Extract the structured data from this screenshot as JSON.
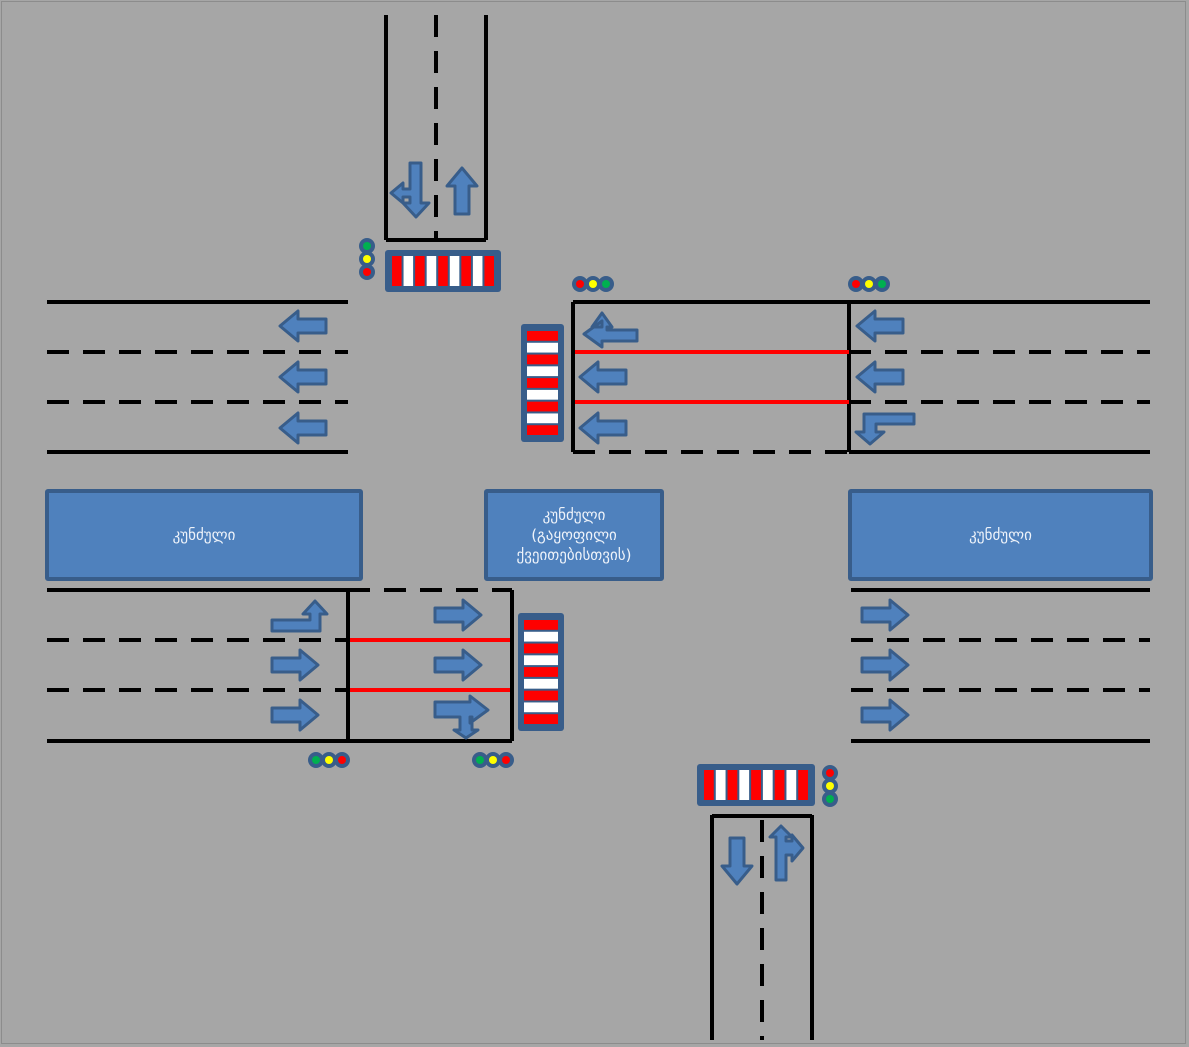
{
  "diagram": {
    "title": "Signalized four-way intersection lane layout",
    "colors": {
      "background": "#a6a6a6",
      "road_line": "#000000",
      "stop_line_red": "#ff0000",
      "arrow_fill": "#4f81bd",
      "arrow_stroke": "#385d8a",
      "island_fill": "#4f81bd",
      "island_border": "#385d8a",
      "crosswalk_red": "#ff0000",
      "crosswalk_white": "#ffffff",
      "signal_housing": "#385d8a",
      "signal_red": "#ff0000",
      "signal_yellow": "#ffff00",
      "signal_green": "#00b050"
    },
    "islands": [
      {
        "id": "west",
        "label": "კუნძული"
      },
      {
        "id": "center",
        "label": "კუნძული (გაყოფილი ქვეითებისთვის)"
      },
      {
        "id": "east",
        "label": "კუნძული"
      }
    ],
    "approaches": {
      "north": {
        "lanes": 2,
        "arrows": [
          "down-left",
          "up"
        ]
      },
      "south": {
        "lanes": 2,
        "arrows": [
          "down",
          "up-right"
        ]
      },
      "west_outbound": {
        "lanes": 3,
        "arrows": [
          "left",
          "left",
          "left"
        ]
      },
      "west_inbound": {
        "lanes": 3,
        "arrows": [
          "right-up",
          "right",
          "right"
        ],
        "second_stage_arrows": [
          "right",
          "right",
          "right-down"
        ]
      },
      "east_inbound": {
        "lanes": 3,
        "arrows": [
          "left",
          "left",
          "left-down"
        ],
        "second_stage_arrows": [
          "left-up",
          "left",
          "left"
        ]
      },
      "east_outbound": {
        "lanes": 3,
        "arrows": [
          "right",
          "right",
          "right"
        ]
      }
    },
    "traffic_signals": [
      {
        "location": "north-crosswalk",
        "orientation": "vertical",
        "lights": [
          "green",
          "yellow",
          "red"
        ]
      },
      {
        "location": "east-inner-stop",
        "orientation": "horizontal",
        "lights": [
          "red",
          "yellow",
          "green"
        ]
      },
      {
        "location": "east-outer-stop",
        "orientation": "horizontal",
        "lights": [
          "red",
          "yellow",
          "green"
        ]
      },
      {
        "location": "west-outer-stop",
        "orientation": "horizontal",
        "lights": [
          "green",
          "yellow",
          "red"
        ]
      },
      {
        "location": "west-inner-stop",
        "orientation": "horizontal",
        "lights": [
          "green",
          "yellow",
          "red"
        ]
      },
      {
        "location": "south-crosswalk",
        "orientation": "vertical",
        "lights": [
          "red",
          "yellow",
          "green"
        ]
      }
    ],
    "crosswalks": [
      {
        "location": "north",
        "orientation": "horizontal",
        "stripes": 9
      },
      {
        "location": "east-inner",
        "orientation": "vertical",
        "stripes": 9
      },
      {
        "location": "west-inner",
        "orientation": "vertical",
        "stripes": 9
      },
      {
        "location": "south",
        "orientation": "horizontal",
        "stripes": 9
      }
    ]
  }
}
